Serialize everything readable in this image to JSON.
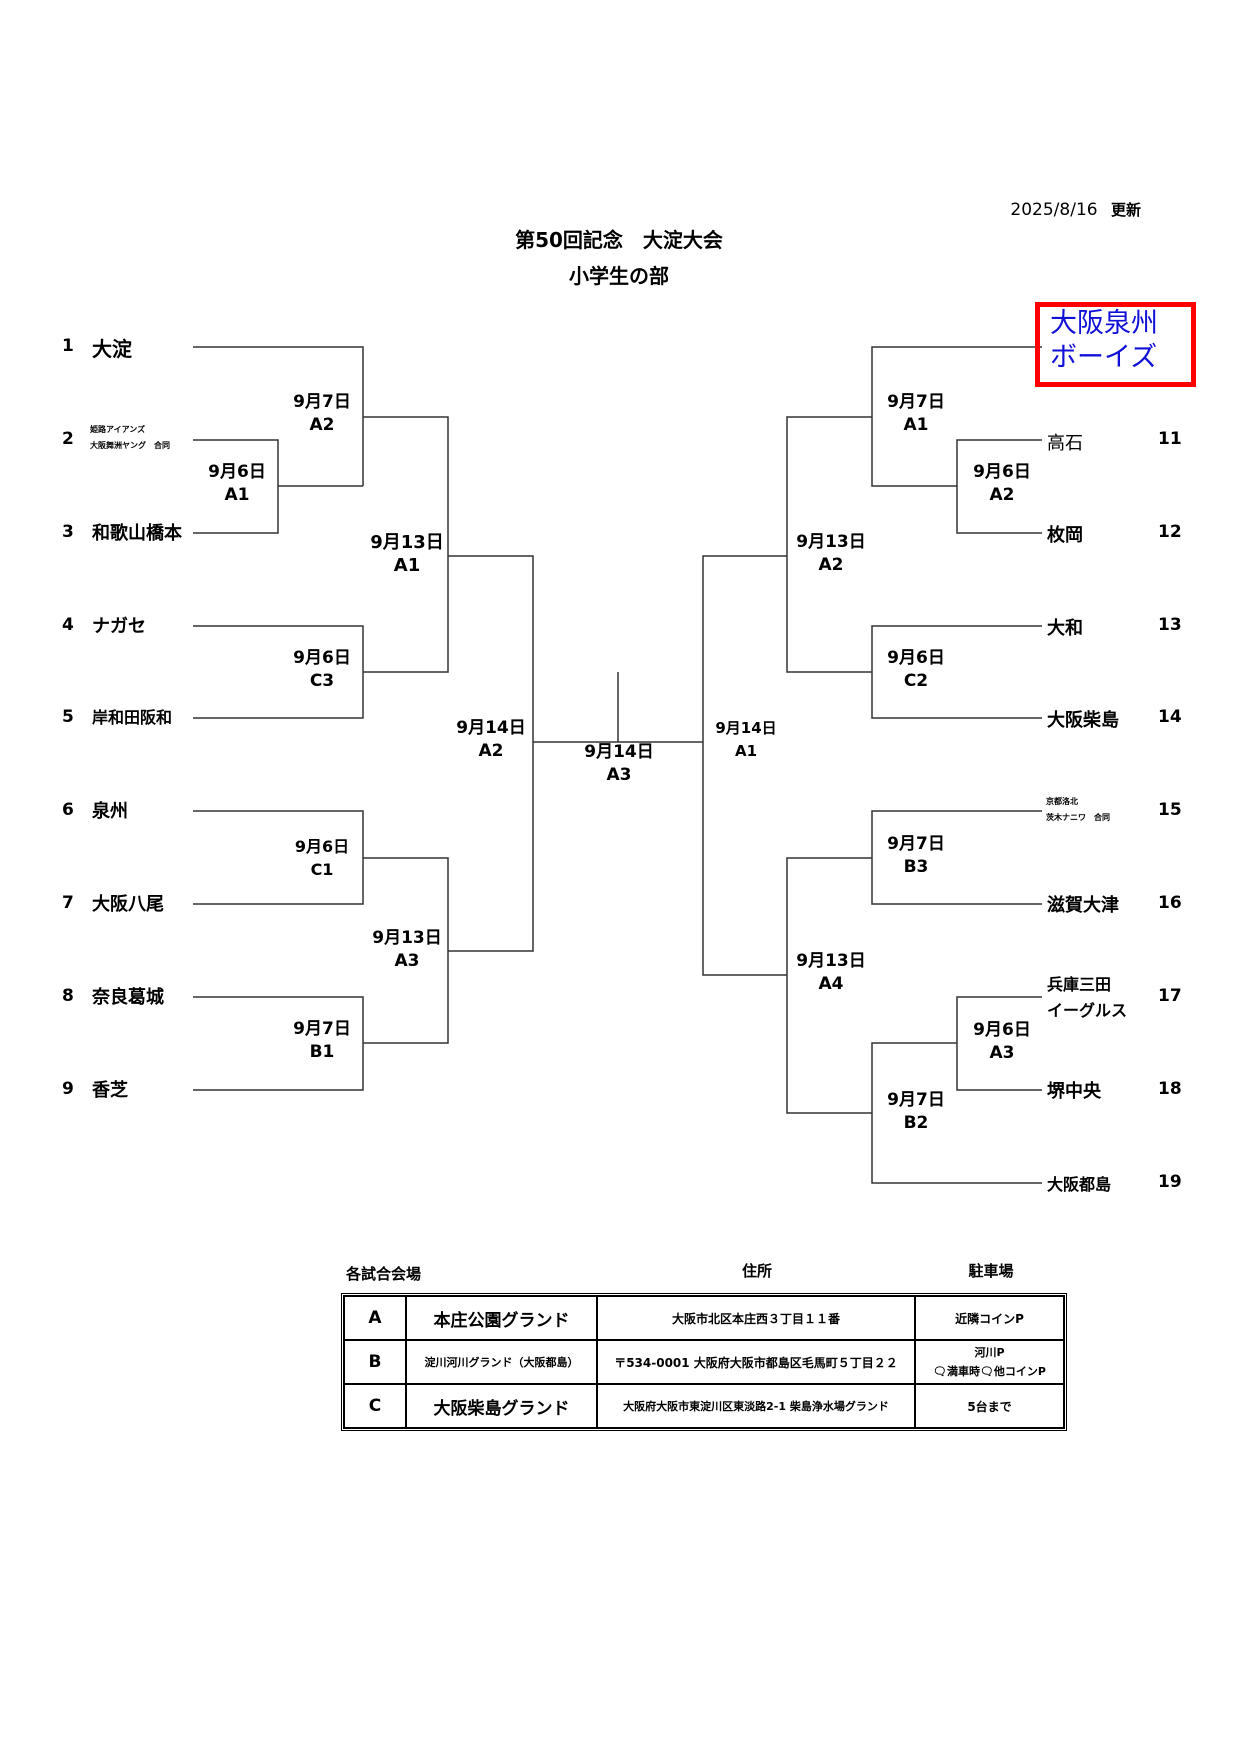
{
  "header": {
    "updated_date": "2025/8/16",
    "updated_label": "更新",
    "title": "第50回記念　大淀大会",
    "subtitle": "小学生の部"
  },
  "left_teams": [
    {
      "no": "1",
      "name": "大淀"
    },
    {
      "no": "2",
      "name_line1": "姫路アイアンズ",
      "name_line2": "大阪舞洲ヤング　合同"
    },
    {
      "no": "3",
      "name": "和歌山橋本"
    },
    {
      "no": "4",
      "name": "ナガセ"
    },
    {
      "no": "5",
      "name": "岸和田阪和"
    },
    {
      "no": "6",
      "name": "泉州"
    },
    {
      "no": "7",
      "name": "大阪八尾"
    },
    {
      "no": "8",
      "name": "奈良葛城"
    },
    {
      "no": "9",
      "name": "香芝"
    }
  ],
  "right_teams": [
    {
      "no": "11",
      "name": "高石"
    },
    {
      "no": "12",
      "name": "枚岡"
    },
    {
      "no": "13",
      "name": "大和"
    },
    {
      "no": "14",
      "name": "大阪柴島"
    },
    {
      "no": "15",
      "name_line1": "京都洛北",
      "name_line2": "茨木ナニワ　合同"
    },
    {
      "no": "16",
      "name": "滋賀大津"
    },
    {
      "no": "17",
      "name_line1": "兵庫三田",
      "name_line2": "イーグルス"
    },
    {
      "no": "18",
      "name": "堺中央"
    },
    {
      "no": "19",
      "name": "大阪都島"
    }
  ],
  "seeded_winner": {
    "line1": "大阪泉州",
    "line2": "ボーイズ",
    "highlight_color": "#ff0000",
    "text_color": "#1010d8"
  },
  "matches": [
    {
      "date": "9月7日",
      "field": "A2"
    },
    {
      "date": "9月6日",
      "field": "A1"
    },
    {
      "date": "9月13日",
      "field": "A1"
    },
    {
      "date": "9月6日",
      "field": "C3"
    },
    {
      "date": "9月14日",
      "field": "A2"
    },
    {
      "date": "9月14日",
      "field": "A3"
    },
    {
      "date": "9月6日",
      "field": "C1"
    },
    {
      "date": "9月13日",
      "field": "A3"
    },
    {
      "date": "9月7日",
      "field": "B1"
    },
    {
      "date": "9月7日",
      "field": "A1"
    },
    {
      "date": "9月6日",
      "field": "A2"
    },
    {
      "date": "9月13日",
      "field": "A2"
    },
    {
      "date": "9月6日",
      "field": "C2"
    },
    {
      "date": "9月14日",
      "field": "A1"
    },
    {
      "date": "9月7日",
      "field": "B3"
    },
    {
      "date": "9月13日",
      "field": "A4"
    },
    {
      "date": "9月6日",
      "field": "A3"
    },
    {
      "date": "9月7日",
      "field": "B2"
    }
  ],
  "venues": {
    "heading_venue": "各試合会場",
    "heading_address": "住所",
    "heading_parking": "駐車場",
    "rows": [
      {
        "code": "A",
        "name": "本庄公園グランド",
        "address": "大阪市北区本庄西３丁目１１番",
        "parking": "近隣コインP"
      },
      {
        "code": "B",
        "name": "淀川河川グランド（大阪都島）",
        "address": "〒534-0001 大阪府大阪市都島区毛馬町５丁目２２",
        "parking_line1": "河川P",
        "parking_line2": "🗨満車時🗨他コインP"
      },
      {
        "code": "C",
        "name": "大阪柴島グランド",
        "address": "大阪府大阪市東淀川区東淡路2-1 柴島浄水場グランド",
        "parking": "5台まで"
      }
    ]
  }
}
